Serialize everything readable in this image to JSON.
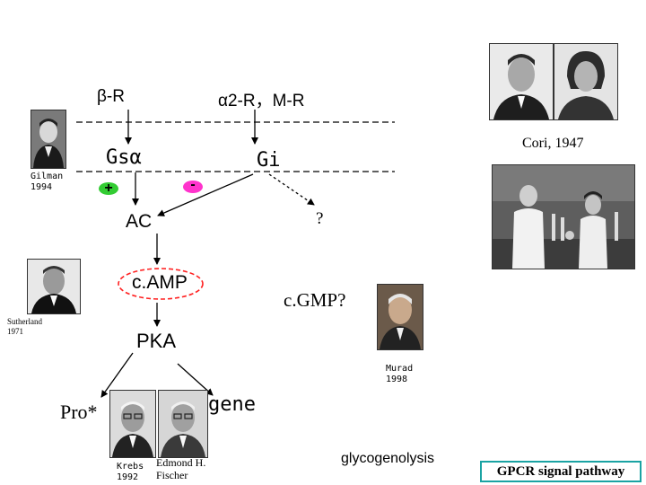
{
  "receptors": {
    "beta": "β-R",
    "alpha_m": "α2-R，M-R"
  },
  "gproteins": {
    "gs": "Gsα",
    "gi": "Gi"
  },
  "signs": {
    "plus": "+",
    "minus": "-"
  },
  "nodes": {
    "ac": "AC",
    "unknown": "?",
    "camp": "c.AMP",
    "cgmp": "c.GMP?",
    "pka": "PKA",
    "pro": "Pro*",
    "gene": "gene",
    "glycogenolysis": "glycogenolysis"
  },
  "laureates": {
    "gilman": {
      "name": "Gilman",
      "year": "1994"
    },
    "sutherland": {
      "name": "Sutherland",
      "year": "1971"
    },
    "murad": {
      "name": "Murad",
      "year": "1998"
    },
    "krebs": {
      "name": "Krebs",
      "year": "1992"
    },
    "fischer": {
      "line1": "Edmond H.",
      "line2": "Fischer"
    },
    "cori": "Cori, 1947"
  },
  "footer_label": "GPCR signal pathway",
  "colors": {
    "plus_badge": "#33cc33",
    "minus_badge": "#ff33cc",
    "camp_ellipse": "#ff2222",
    "footer_border": "#1aa3a3"
  }
}
